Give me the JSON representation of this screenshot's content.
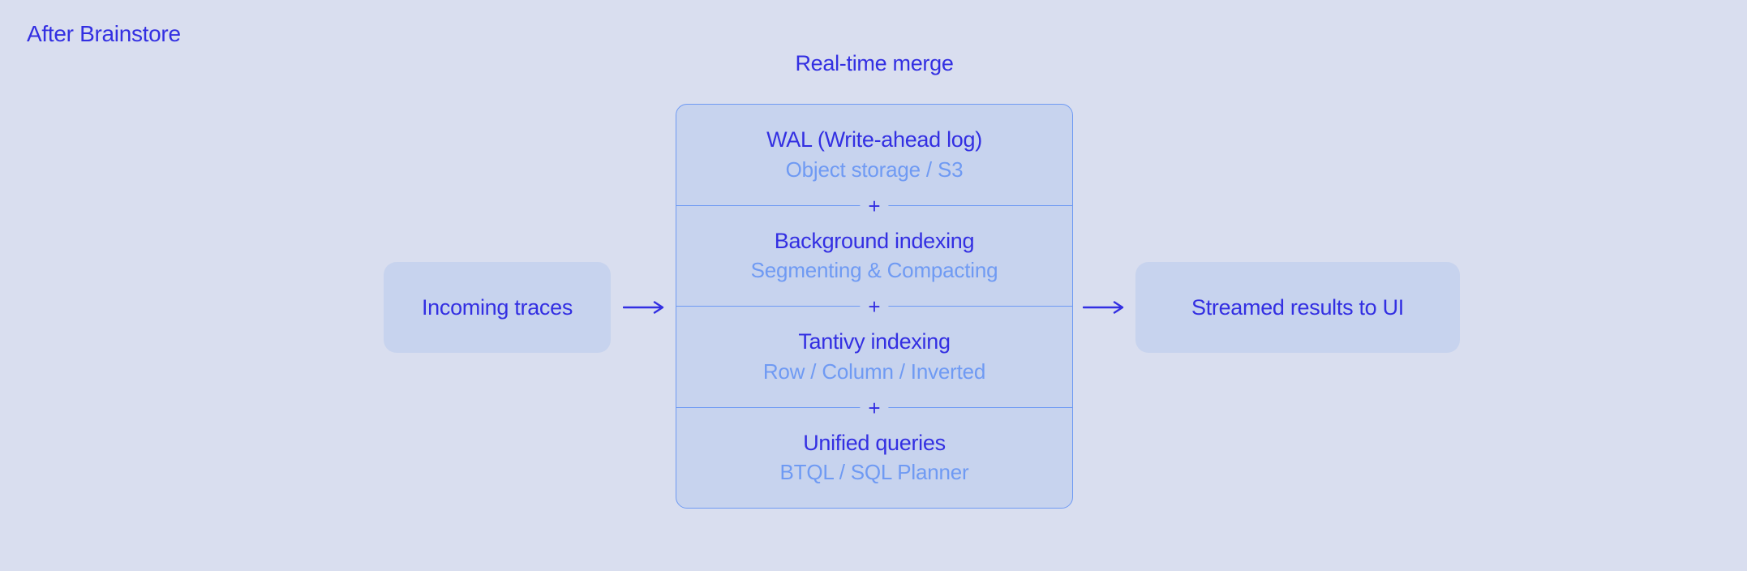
{
  "page": {
    "title": "After Brainstore"
  },
  "diagram": {
    "merge_label": "Real-time merge",
    "input_node": {
      "label": "Incoming traces"
    },
    "output_node": {
      "label": "Streamed results to UI"
    },
    "flow_icons": [
      "right-arrow",
      "right-arrow"
    ],
    "stack": {
      "separator": "+",
      "layers": [
        {
          "title": "WAL (Write-ahead log)",
          "subtitle": "Object storage / S3"
        },
        {
          "title": "Background indexing",
          "subtitle": "Segmenting & Compacting"
        },
        {
          "title": "Tantivy indexing",
          "subtitle": "Row / Column / Inverted"
        },
        {
          "title": "Unified queries",
          "subtitle": "BTQL / SQL Planner"
        }
      ]
    }
  },
  "theme": {
    "bg": "#d9deef",
    "node-fill": "#c7d3ee",
    "line": "#6f9af3",
    "ink": "#332fe2",
    "subtle": "#6f9af3"
  }
}
